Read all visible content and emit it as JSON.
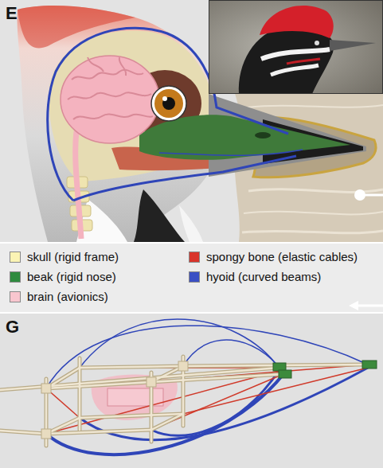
{
  "diagram": {
    "labels": [
      "E",
      "G"
    ],
    "legend": [
      {
        "text": "skull (rigid frame)",
        "color": "#fbf4b4"
      },
      {
        "text": "spongy bone (elastic cables)",
        "color": "#d9342b"
      },
      {
        "text": "beak (rigid nose)",
        "color": "#2e8b3e"
      },
      {
        "text": "hyoid (curved beams)",
        "color": "#3a4fc4"
      },
      {
        "text": "brain (avionics)",
        "color": "#f9c6cf"
      }
    ]
  }
}
